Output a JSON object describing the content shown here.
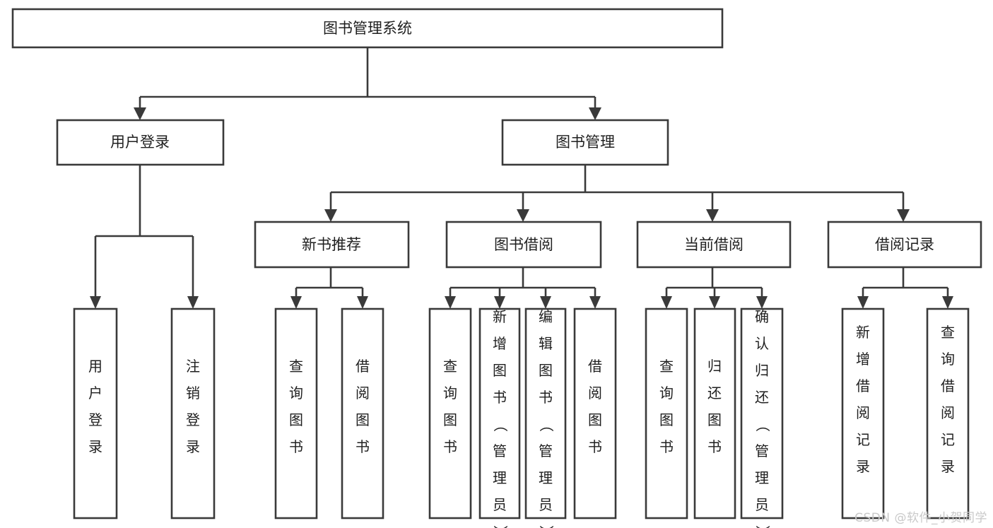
{
  "diagram": {
    "type": "hierarchy-tree",
    "title": "图书管理系统",
    "watermark": "CSDN @软件_小贺同学",
    "colors": {
      "stroke": "#3a3a3a",
      "fill": "#ffffff",
      "text": "#1f1f1f",
      "watermark": "#c9c9c9"
    },
    "levels": {
      "root": {
        "label": "图书管理系统"
      },
      "level2": [
        {
          "label": "用户登录"
        },
        {
          "label": "图书管理"
        }
      ],
      "level3": [
        {
          "label": "新书推荐"
        },
        {
          "label": "图书借阅"
        },
        {
          "label": "当前借阅"
        },
        {
          "label": "借阅记录"
        }
      ]
    },
    "nodes": {
      "root": "图书管理系统",
      "user_login": "用户登录",
      "book_manage": "图书管理",
      "new_book_rec": "新书推荐",
      "book_borrow": "图书借阅",
      "current_borrow": "当前借阅",
      "borrow_record": "借阅记录",
      "leaf_user_login": "用户登录",
      "leaf_logout": "注销登录",
      "leaf_query_book_1": "查询图书",
      "leaf_borrow_book_1": "借阅图书",
      "leaf_query_book_2": "查询图书",
      "leaf_add_book_admin": "新增图书（管理员）",
      "leaf_edit_book_admin": "编辑图书（管理员）",
      "leaf_borrow_book_2": "借阅图书",
      "leaf_query_book_3": "查询图书",
      "leaf_return_book": "归还图书",
      "leaf_confirm_return_admin": "确认归还（管理员）",
      "leaf_add_record": "新增借阅记录",
      "leaf_query_record": "查询借阅记录"
    },
    "tree": [
      {
        "id": "user_login",
        "label": "用户登录",
        "children": [
          {
            "id": "leaf_user_login",
            "label": "用户登录"
          },
          {
            "id": "leaf_logout",
            "label": "注销登录"
          }
        ]
      },
      {
        "id": "book_manage",
        "label": "图书管理",
        "children": [
          {
            "id": "new_book_rec",
            "label": "新书推荐",
            "children": [
              {
                "id": "leaf_query_book_1",
                "label": "查询图书"
              },
              {
                "id": "leaf_borrow_book_1",
                "label": "借阅图书"
              }
            ]
          },
          {
            "id": "book_borrow",
            "label": "图书借阅",
            "children": [
              {
                "id": "leaf_query_book_2",
                "label": "查询图书"
              },
              {
                "id": "leaf_add_book_admin",
                "label": "新增图书（管理员）"
              },
              {
                "id": "leaf_edit_book_admin",
                "label": "编辑图书（管理员）"
              },
              {
                "id": "leaf_borrow_book_2",
                "label": "借阅图书"
              }
            ]
          },
          {
            "id": "current_borrow",
            "label": "当前借阅",
            "children": [
              {
                "id": "leaf_query_book_3",
                "label": "查询图书"
              },
              {
                "id": "leaf_return_book",
                "label": "归还图书"
              },
              {
                "id": "leaf_confirm_return_admin",
                "label": "确认归还（管理员）"
              }
            ]
          },
          {
            "id": "borrow_record",
            "label": "借阅记录",
            "children": [
              {
                "id": "leaf_add_record",
                "label": "新增借阅记录"
              },
              {
                "id": "leaf_query_record",
                "label": "查询借阅记录"
              }
            ]
          }
        ]
      }
    ]
  }
}
